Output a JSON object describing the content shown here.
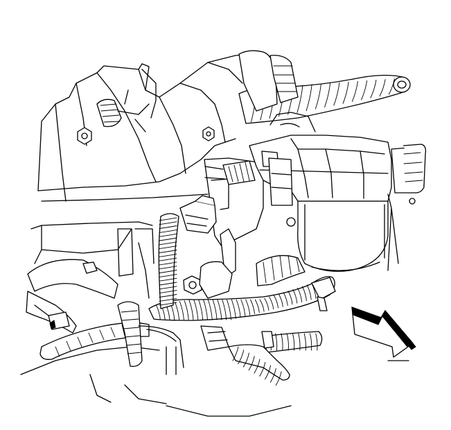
{
  "figure": {
    "kind": "line-art service illustration",
    "colors": {
      "line": "#000000",
      "background": "#ffffff"
    },
    "icons": [
      "view-direction-arrow-icon"
    ]
  },
  "harness": {
    "main_rib_count": 36,
    "left_branch_rib_count": 22,
    "bottom_branch_rib_count": 18,
    "upper_hose_rib_count": 16
  }
}
